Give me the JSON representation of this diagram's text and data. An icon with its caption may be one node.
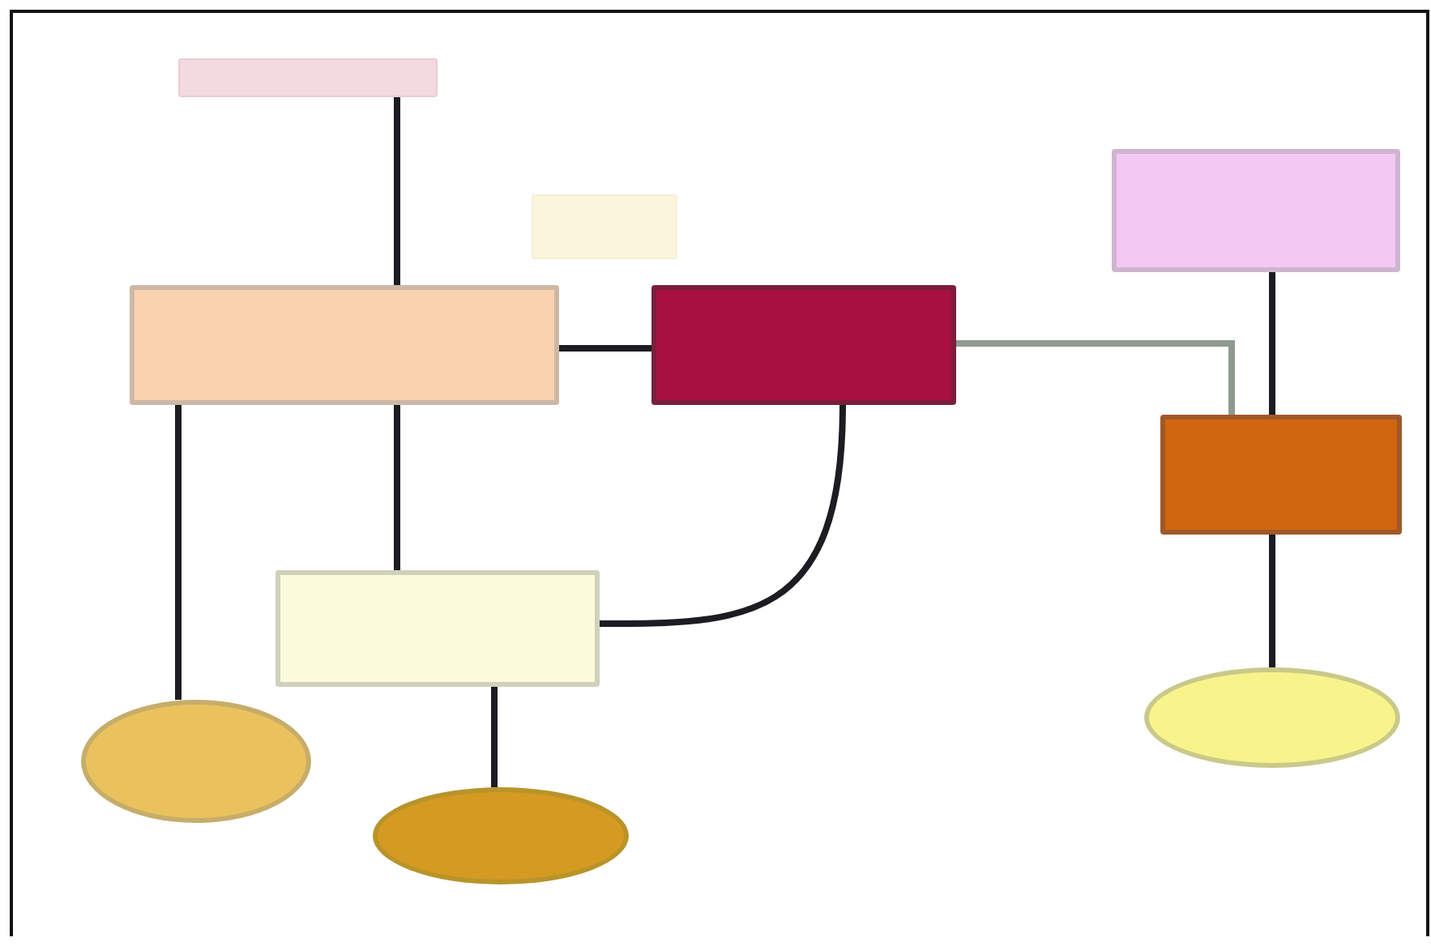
{
  "diagram": {
    "nodes": [
      {
        "text": [],
        "shape": "box"
      },
      {
        "text": [],
        "shape": "box"
      },
      {
        "text": [],
        "shape": "box"
      },
      {
        "text": [],
        "shape": "box"
      },
      {
        "text": [],
        "shape": "box"
      },
      {
        "text": [],
        "shape": "box"
      },
      {
        "text": [],
        "shape": "box"
      },
      {
        "text": [],
        "shape": "ellipse"
      },
      {
        "text": [],
        "shape": "ellipse"
      },
      {
        "text": [],
        "shape": "ellipse"
      }
    ],
    "edges": [
      {
        "from": 0,
        "to": 1,
        "arrow": "none"
      },
      {
        "from": 1,
        "to": 3,
        "arrow": "none"
      },
      {
        "from": 1,
        "to": 7,
        "arrow": "none"
      },
      {
        "from": 1,
        "to": 6,
        "arrow": "none"
      },
      {
        "from": 3,
        "to": 6,
        "arrow": "none"
      },
      {
        "from": 6,
        "to": 8,
        "arrow": "none"
      },
      {
        "from": 3,
        "to": 5,
        "arrow": "none",
        "color": "#8f9a92"
      },
      {
        "from": 4,
        "to": 5,
        "arrow": "none"
      },
      {
        "from": 5,
        "to": 9,
        "arrow": "none"
      }
    ]
  }
}
